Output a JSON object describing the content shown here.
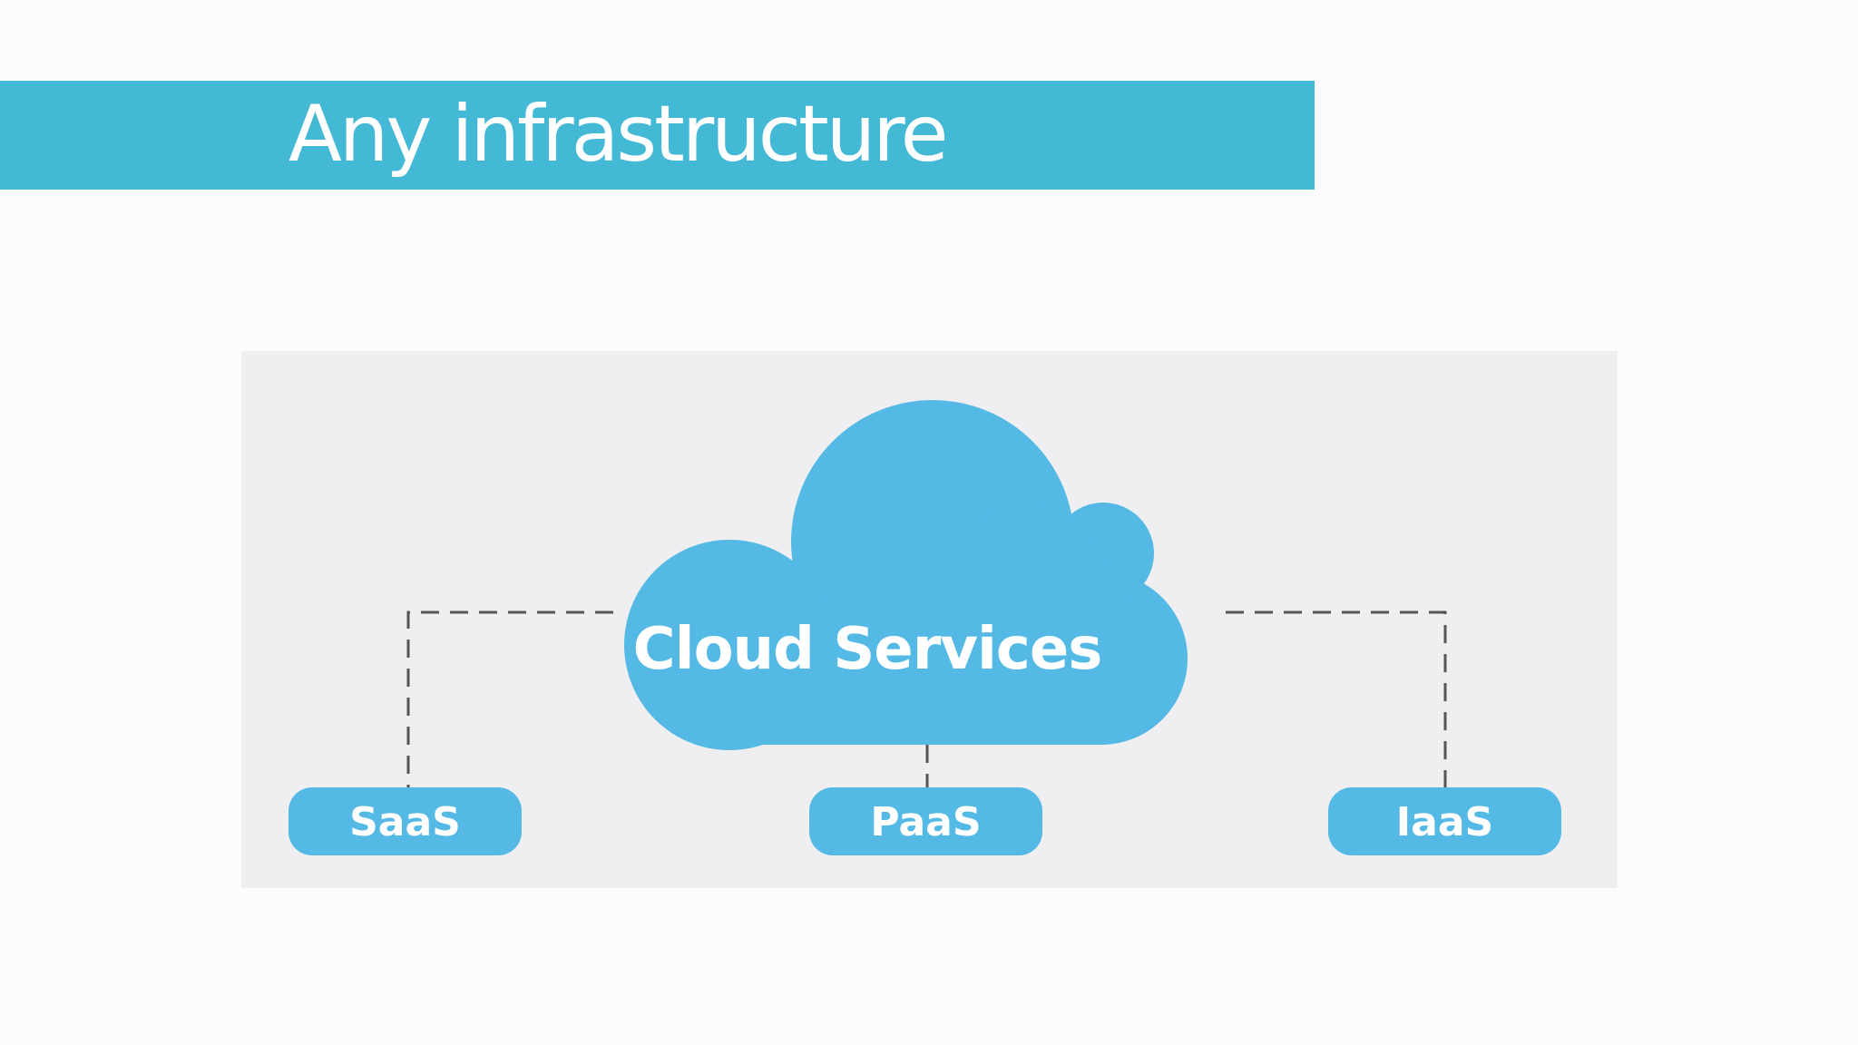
{
  "header": {
    "title": "Any infrastructure"
  },
  "diagram": {
    "center_label": "Cloud Services",
    "nodes": [
      "SaaS",
      "PaaS",
      "IaaS"
    ]
  },
  "colors": {
    "banner": "#44b9d6",
    "cloud": "#55b9e6",
    "panel": "#efeff1",
    "connector": "#555555"
  }
}
